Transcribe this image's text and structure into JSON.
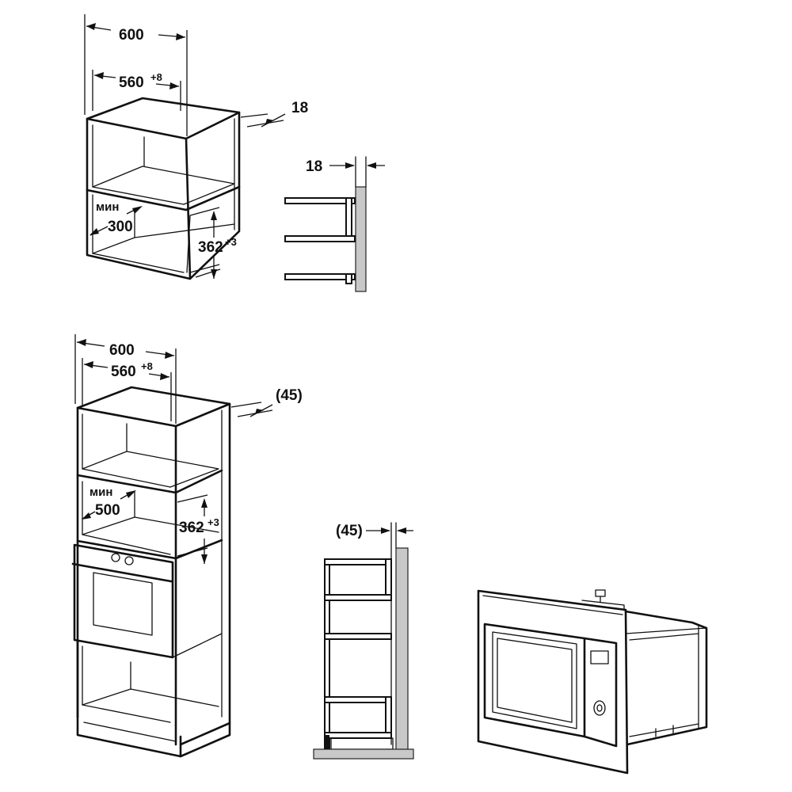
{
  "top_cabinet": {
    "width_label": "600",
    "niche_width_label": "560",
    "niche_width_tol": "+8",
    "panel_thickness_label": "18",
    "min_label": "мин",
    "min_depth_label": "300",
    "niche_height_label": "362",
    "niche_height_tol": "+3"
  },
  "top_side_view": {
    "offset_label": "18"
  },
  "tall_cabinet": {
    "width_label": "600",
    "niche_width_label": "560",
    "niche_width_tol": "+8",
    "depth_offset_label": "(45)",
    "min_label": "мин",
    "min_depth_label": "500",
    "niche_height_label": "362",
    "niche_height_tol": "+3"
  },
  "tall_side_view": {
    "offset_label": "(45)"
  },
  "colors": {
    "line": "#111111",
    "wall_fill": "#c8c8c8",
    "background": "#ffffff"
  }
}
